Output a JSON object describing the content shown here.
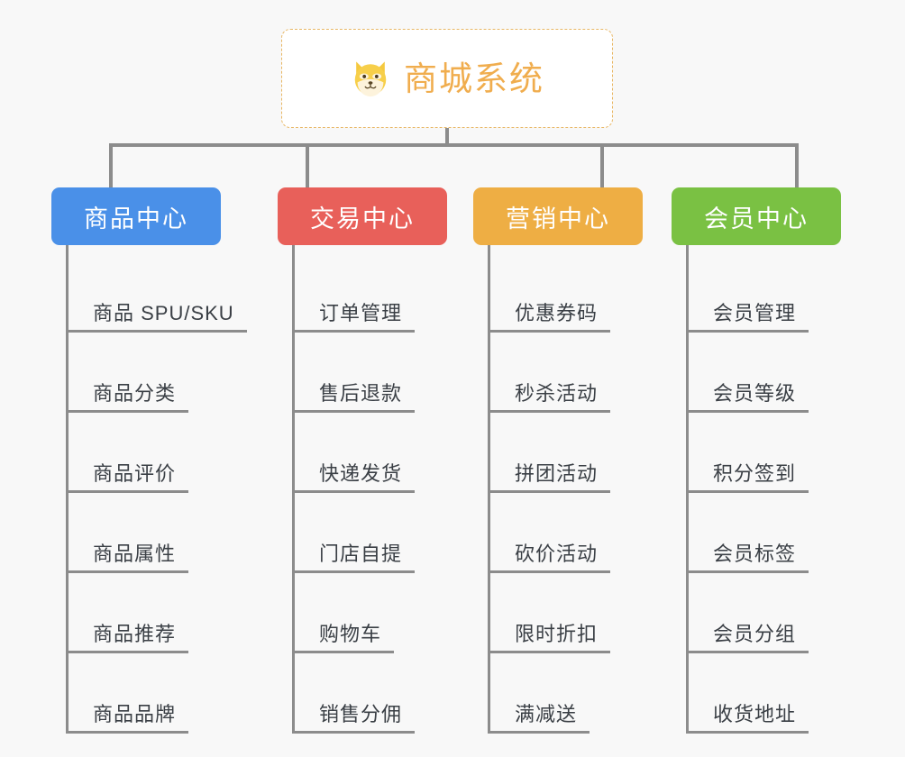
{
  "root": {
    "title": "商城系统",
    "icon": "shiba-dog-face-icon",
    "accent_color": "#f0ad4e",
    "border_color": "#e8b765",
    "background": "#ffffff"
  },
  "canvas": {
    "background": "#f8f8f8",
    "connector_color": "#8c8c8c"
  },
  "columns": [
    {
      "header": "商品中心",
      "color": "#4a90e8",
      "leaves": [
        "商品 SPU/SKU",
        "商品分类",
        "商品评价",
        "商品属性",
        "商品推荐",
        "商品品牌"
      ]
    },
    {
      "header": "交易中心",
      "color": "#e8605a",
      "leaves": [
        "订单管理",
        "售后退款",
        "快递发货",
        "门店自提",
        "购物车",
        "销售分佣"
      ]
    },
    {
      "header": "营销中心",
      "color": "#eeae44",
      "leaves": [
        "优惠券码",
        "秒杀活动",
        "拼团活动",
        "砍价活动",
        "限时折扣",
        "满减送"
      ]
    },
    {
      "header": "会员中心",
      "color": "#7ac143",
      "leaves": [
        "会员管理",
        "会员等级",
        "积分签到",
        "会员标签",
        "会员分组",
        "收货地址"
      ]
    }
  ]
}
